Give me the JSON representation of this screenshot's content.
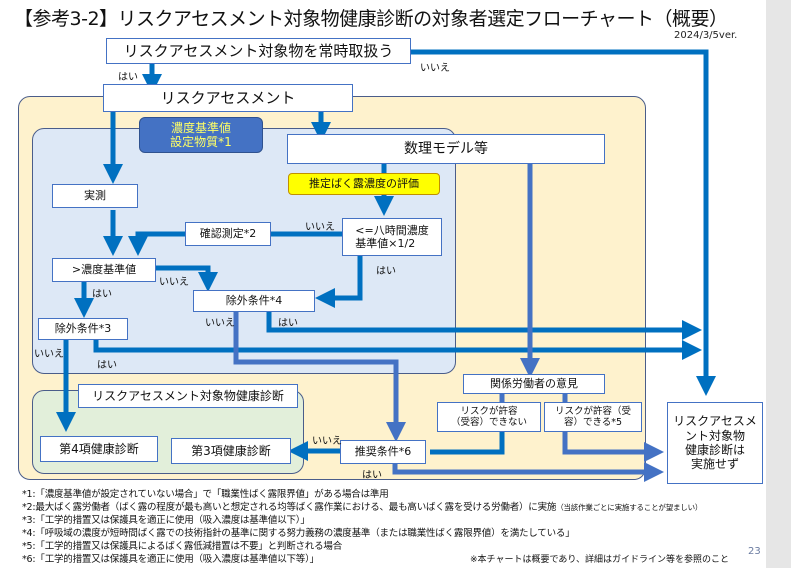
{
  "title": "【参考3-2】リスクアセスメント対象物健康診断の対象者選定フローチャート（概要）",
  "version": "2024/3/5ver.",
  "nodes": {
    "start": "リスクアセスメント対象物を常時取扱う",
    "risk_assessment": "リスクアセスメント",
    "conc_std_substance": "濃度基準値\n設定物質*1",
    "math_model": "数理モデル等",
    "est_exposure": "推定ばく露濃度の評価",
    "actual_measure": "実測",
    "confirm_measure": "確認測定*2",
    "le_half": "<=八時間濃度\n基準値×1/2",
    "gt_std": ">濃度基準値",
    "exclusion4": "除外条件*4",
    "exclusion3": "除外条件*3",
    "worker_opinion": "関係労働者の意見",
    "risk_not_ok": "リスクが許容\n（受容）できない",
    "risk_ok": "リスクが許容（受\n容）できる*5",
    "hc_group": "リスクアセスメント対象物健康診断",
    "hc4": "第4項健康診断",
    "hc3": "第3項健康診断",
    "recommended": "推奨条件*6",
    "no_exam": "リスクアセスメ\nント対象物\n健康診断は\n実施せず"
  },
  "labels": {
    "yes": "はい",
    "no": "いいえ"
  },
  "notes": [
    "*1:「濃度基準値が設定されていない場合」で「職業性ばく露限界値」がある場合は準用",
    "*2:最大ばく露労働者（ばく露の程度が最も高いと想定される均等ばく露作業における、最も高いばく露を受ける労働者）に実施",
    "（当該作業ごとに実施することが望ましい）",
    "*3:「工学的措置又は保護具を適正に使用（吸入濃度は基準値以下）」",
    "*4:「呼吸域の濃度が短時間ばく露での技術指針の基準に関する努力義務の濃度基準（または職業性ばく露限界値）を満たしている」",
    "*5:「工学的措置又は保護具によるばく露低減措置は不要」と判断される場合",
    "*6:「工学的措置又は保護具を適正に使用（吸入濃度は基準値以下等）」"
  ],
  "disclaimer": "※本チャートは概要であり、詳細はガイドライン等を参照のこと",
  "page_number": "23",
  "colors": {
    "arrow_blue": "#0070c0",
    "arrow_mid": "#4472c4",
    "region_ra": "#fef2cd",
    "region_conc": "#dde8f6",
    "region_hc": "#e2efda",
    "badge": "#4472c4",
    "badge_text": "#ffff66",
    "highlight": "#ffff00"
  }
}
